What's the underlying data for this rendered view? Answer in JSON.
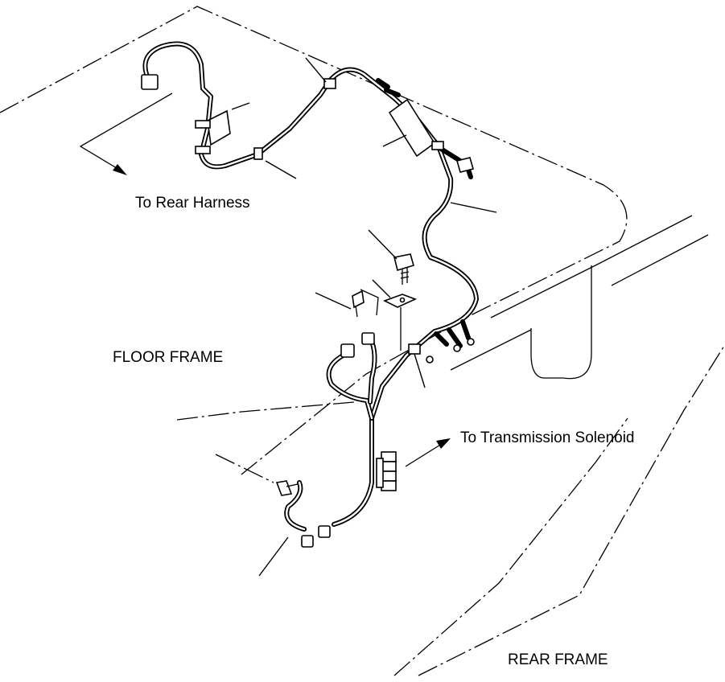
{
  "labels": {
    "to_rear_harness": "To Rear Harness",
    "to_transmission_solenoid": "To Transmission Solenoid",
    "floor_frame": "FLOOR FRAME",
    "rear_frame": "REAR FRAME"
  }
}
